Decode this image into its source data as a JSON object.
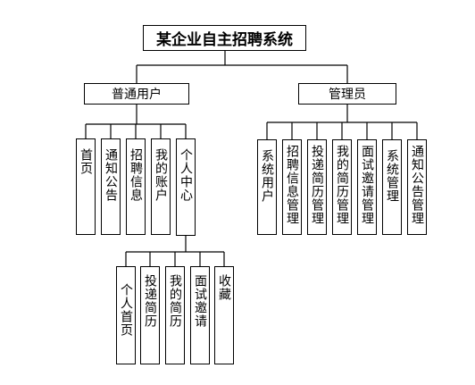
{
  "root": "某企业自主招聘系统",
  "user": {
    "label": "普通用户",
    "items": [
      "首页",
      "通知公告",
      "招聘信息",
      "我的账户",
      "个人中心"
    ]
  },
  "admin": {
    "label": "管理员",
    "items": [
      "系统用户",
      "招聘信息管理",
      "投递简历管理",
      "我的简历管理",
      "面试邀请管理",
      "系统管理",
      "通知公告管理"
    ]
  },
  "center": {
    "items": [
      "个人首页",
      "投递简历",
      "我的简历",
      "面试邀请",
      "收藏"
    ]
  }
}
